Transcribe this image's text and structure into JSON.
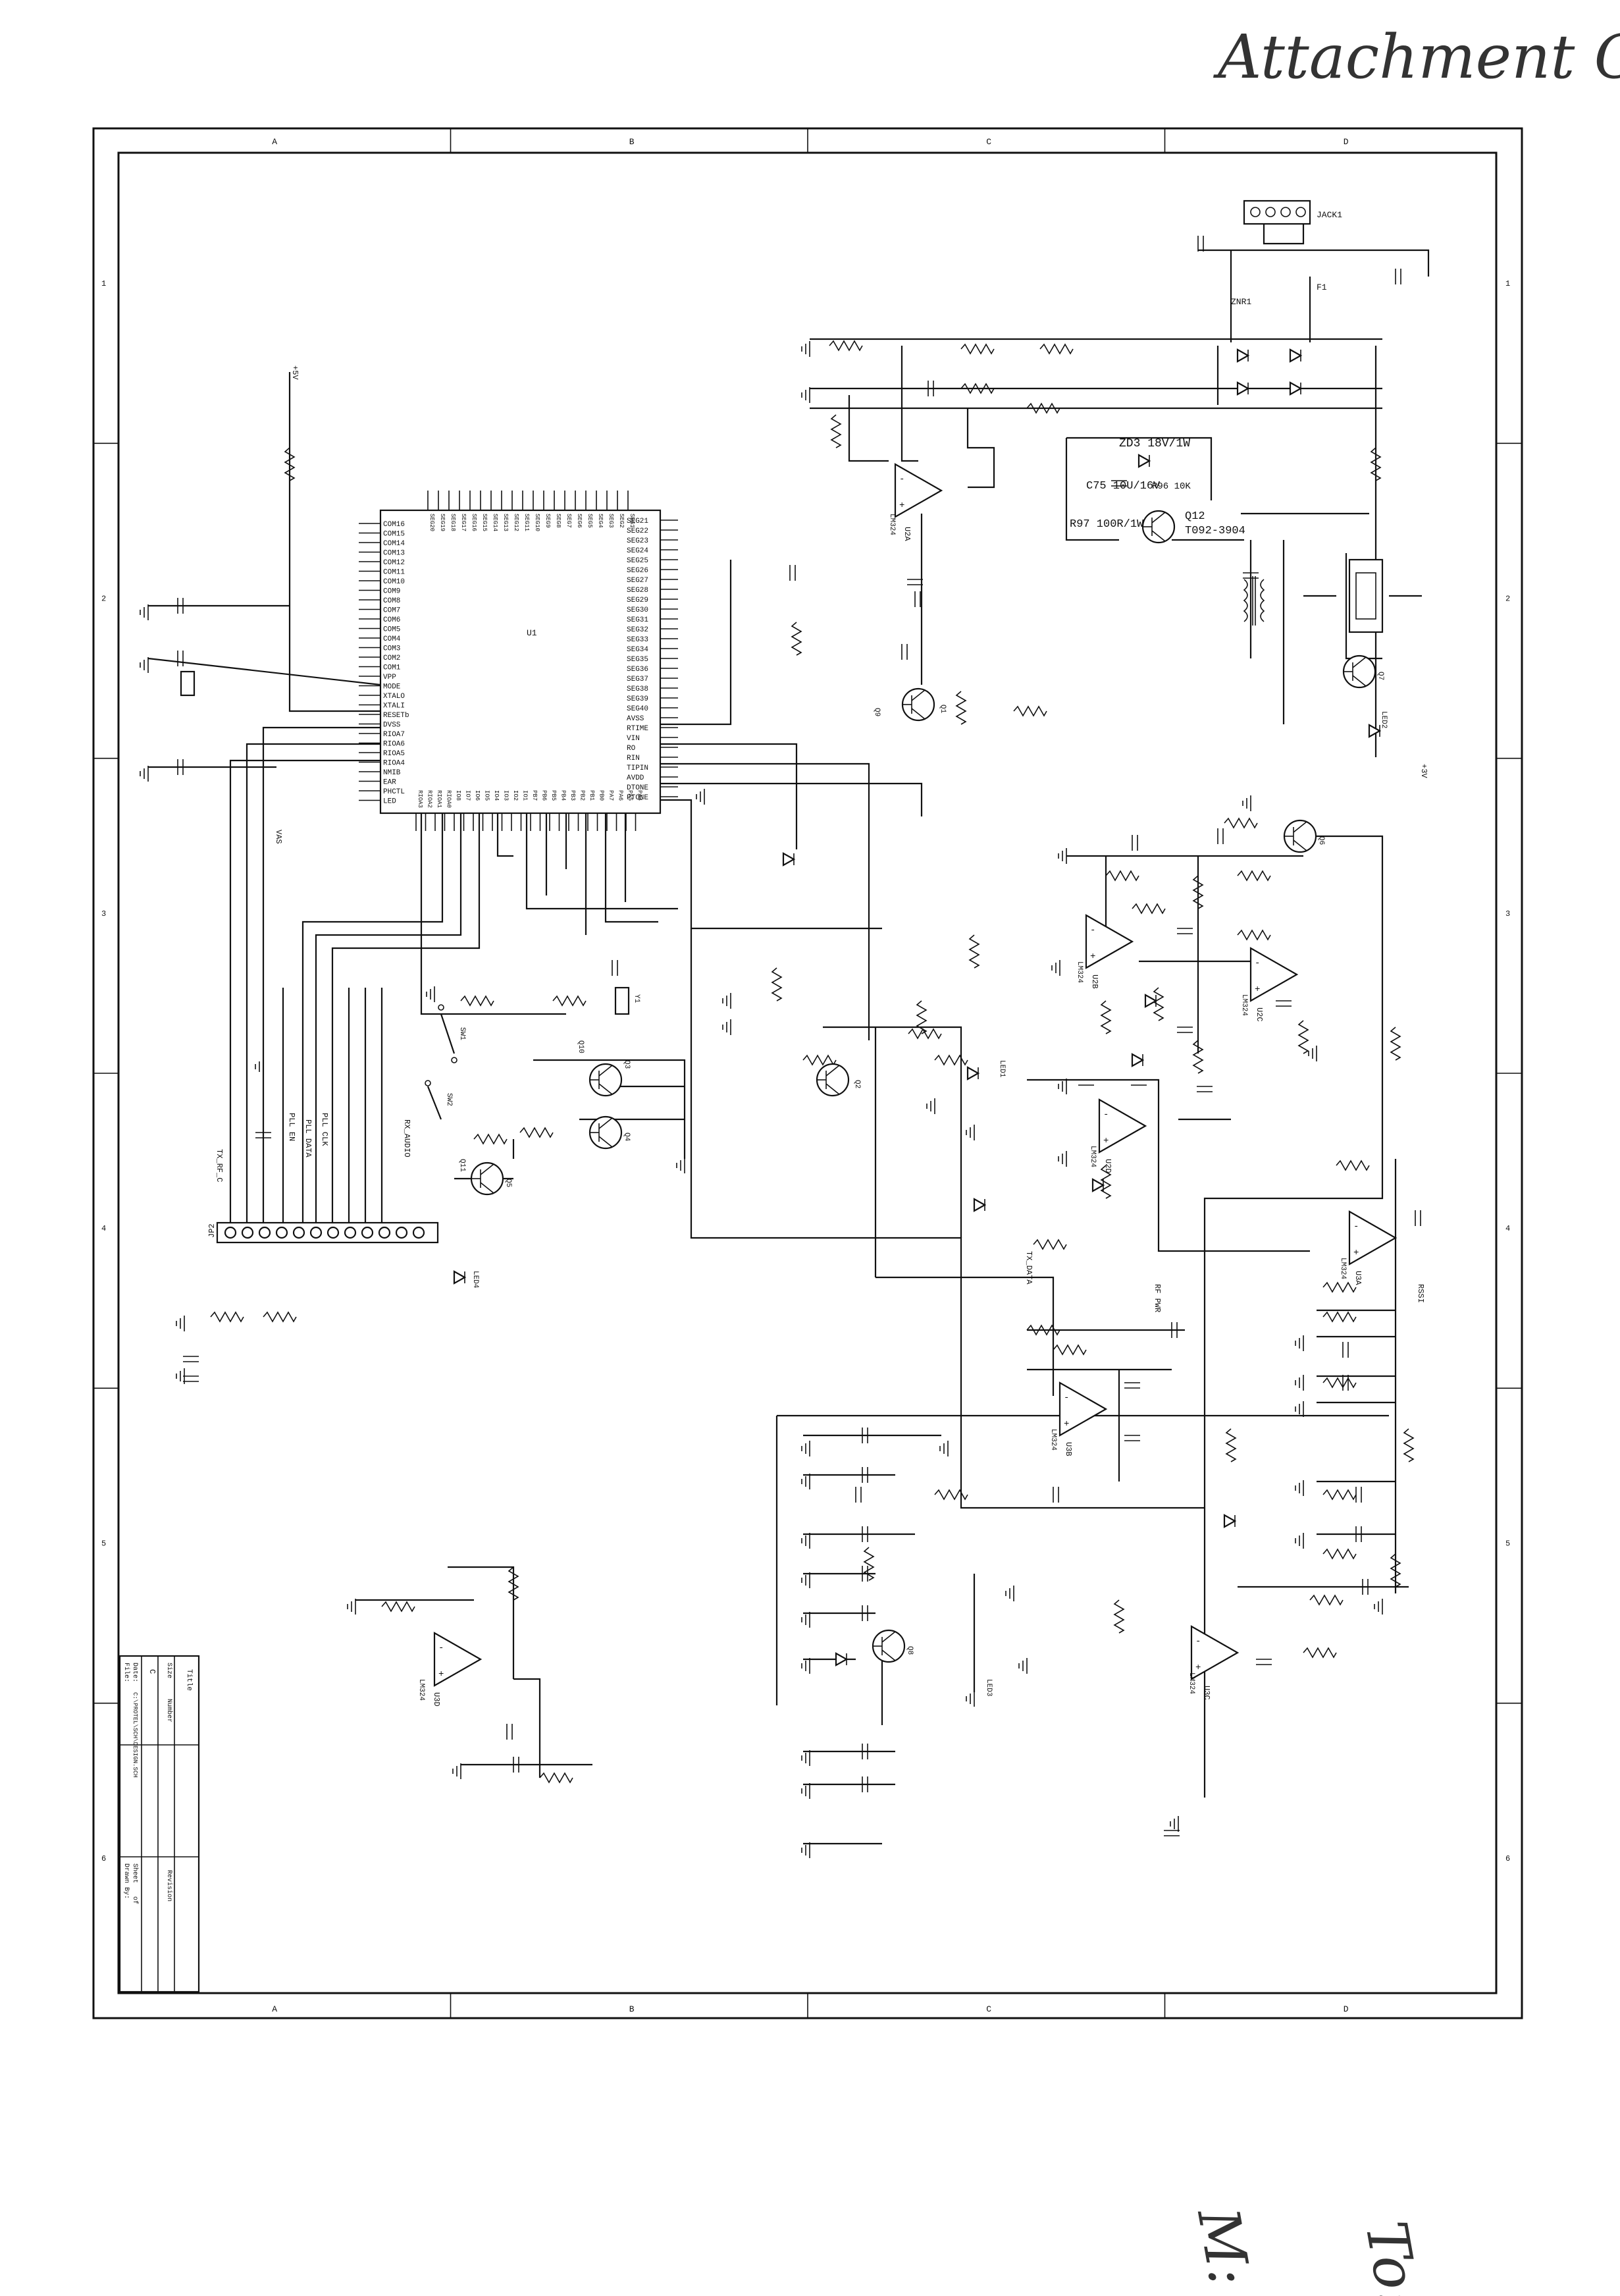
{
  "annotations": {
    "attachment": "Attachment C",
    "bottom_note_1": "To:",
    "bottom_note_2": "M:"
  },
  "frame": {
    "columns": [
      "A",
      "B",
      "C",
      "D"
    ],
    "rows": [
      "1",
      "2",
      "3",
      "4",
      "5",
      "6"
    ]
  },
  "mcu": {
    "ref": "U1",
    "left_pins": [
      "COM16",
      "COM15",
      "COM14",
      "COM13",
      "COM12",
      "COM11",
      "COM10",
      "COM9",
      "COM8",
      "COM7",
      "COM6",
      "COM5",
      "COM4",
      "COM3",
      "COM2",
      "COM1",
      "VPP",
      "MODE",
      "XTALO",
      "XTALI",
      "RESETb",
      "DVSS",
      "RIOA7",
      "RIOA6",
      "RIOA5",
      "RIOA4",
      "NMIB",
      "EAR",
      "PHCTL",
      "LED"
    ],
    "right_pins": [
      "SEG21",
      "SEG22",
      "SEG23",
      "SEG24",
      "SEG25",
      "SEG26",
      "SEG27",
      "SEG28",
      "SEG29",
      "SEG30",
      "SEG31",
      "SEG32",
      "SEG33",
      "SEG34",
      "SEG35",
      "SEG36",
      "SEG37",
      "SEG38",
      "SEG39",
      "SEG40",
      "AVSS",
      "RTIME",
      "VIN",
      "RO",
      "RIN",
      "TIPIN",
      "AVDD",
      "DTONE",
      "PTONE"
    ],
    "top_pins": [
      "SEG20",
      "SEG19",
      "SEG18",
      "SEG17",
      "SEG16",
      "SEG15",
      "SEG14",
      "SEG13",
      "SEG12",
      "SEG11",
      "SEG10",
      "SEG9",
      "SEG8",
      "SEG7",
      "SEG6",
      "SEG5",
      "SEG4",
      "SEG3",
      "SEG2",
      "SEG1"
    ],
    "bottom_pins": [
      "RIOA3",
      "RIOA2",
      "RIOA1",
      "RIOA0",
      "IO8",
      "IO7",
      "IO6",
      "IO5",
      "IO4",
      "IO3",
      "IO2",
      "IO1",
      "PB7",
      "PB6",
      "PB5",
      "PB4",
      "PB3",
      "PB2",
      "PB1",
      "PB0",
      "PA7",
      "PA6",
      "PA5",
      "PA4"
    ]
  },
  "components": {
    "jack": "JACK1",
    "zener_block": "ZD3 18V/1W",
    "cap_block": "C75 10U/16V",
    "res_r96": "R96 10K",
    "res_r97": "R97 100R/1W",
    "transistor_q12": "Q12",
    "transistor_q12_part": "T092-3904",
    "zener_znr1": "ZNR1",
    "fuse_f1": "F1",
    "opamps": [
      "U2A",
      "U2B",
      "U2C",
      "U2D",
      "U3A",
      "U3B",
      "U3C",
      "U3D"
    ],
    "opamp_part": "LM324",
    "transistors": [
      "Q1",
      "Q2",
      "Q3",
      "Q4",
      "Q5",
      "Q6",
      "Q7",
      "Q8",
      "Q9",
      "Q10",
      "Q11"
    ],
    "connector": "JP2",
    "switches": [
      "SW1",
      "SW2"
    ],
    "crystal": "Y1",
    "leds": [
      "LED1",
      "LED2",
      "LED3",
      "LED4"
    ],
    "net_labels": [
      "PLL EN",
      "PLL DATA",
      "PLL CLK",
      "RX_AUDIO",
      "TX_RF_C",
      "RF PWR",
      "TX_DATA",
      "RSSI",
      "+5V",
      "+3V",
      "VAS"
    ]
  },
  "title_block": {
    "title_label": "Title",
    "size_label": "Size",
    "size_value": "C",
    "number_label": "Number",
    "revision_label": "Revision",
    "date_label": "Date:",
    "file_label": "File:",
    "sheet_label": "Sheet",
    "of_label": "of",
    "drawn_label": "Drawn By:",
    "file_value": "C:\\PROTEL\\SCH\\DESIGN.SCH"
  }
}
